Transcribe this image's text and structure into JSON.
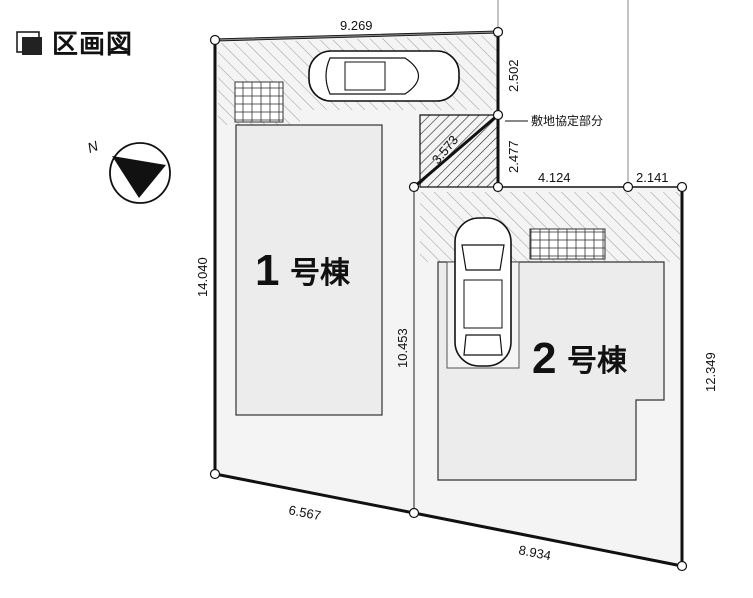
{
  "title": "区画図",
  "compass_label": "N",
  "buildings": {
    "b1": {
      "number": "1",
      "label": "号棟"
    },
    "b2": {
      "number": "2",
      "label": "号棟"
    }
  },
  "dimensions": {
    "top": "9.269",
    "right_upper": "2.502",
    "diagonal": "3.573",
    "right_mid": "2.477",
    "mid_horizontal": "4.124",
    "top_right": "2.141",
    "left": "14.040",
    "divider": "10.453",
    "right_lower": "12.349",
    "bottom_left": "6.567",
    "bottom_right": "8.934"
  },
  "annotation": "敷地協定部分",
  "colors": {
    "line": "#111111",
    "hatch": "#9a9a9a",
    "lot": "#f4f4f4"
  }
}
